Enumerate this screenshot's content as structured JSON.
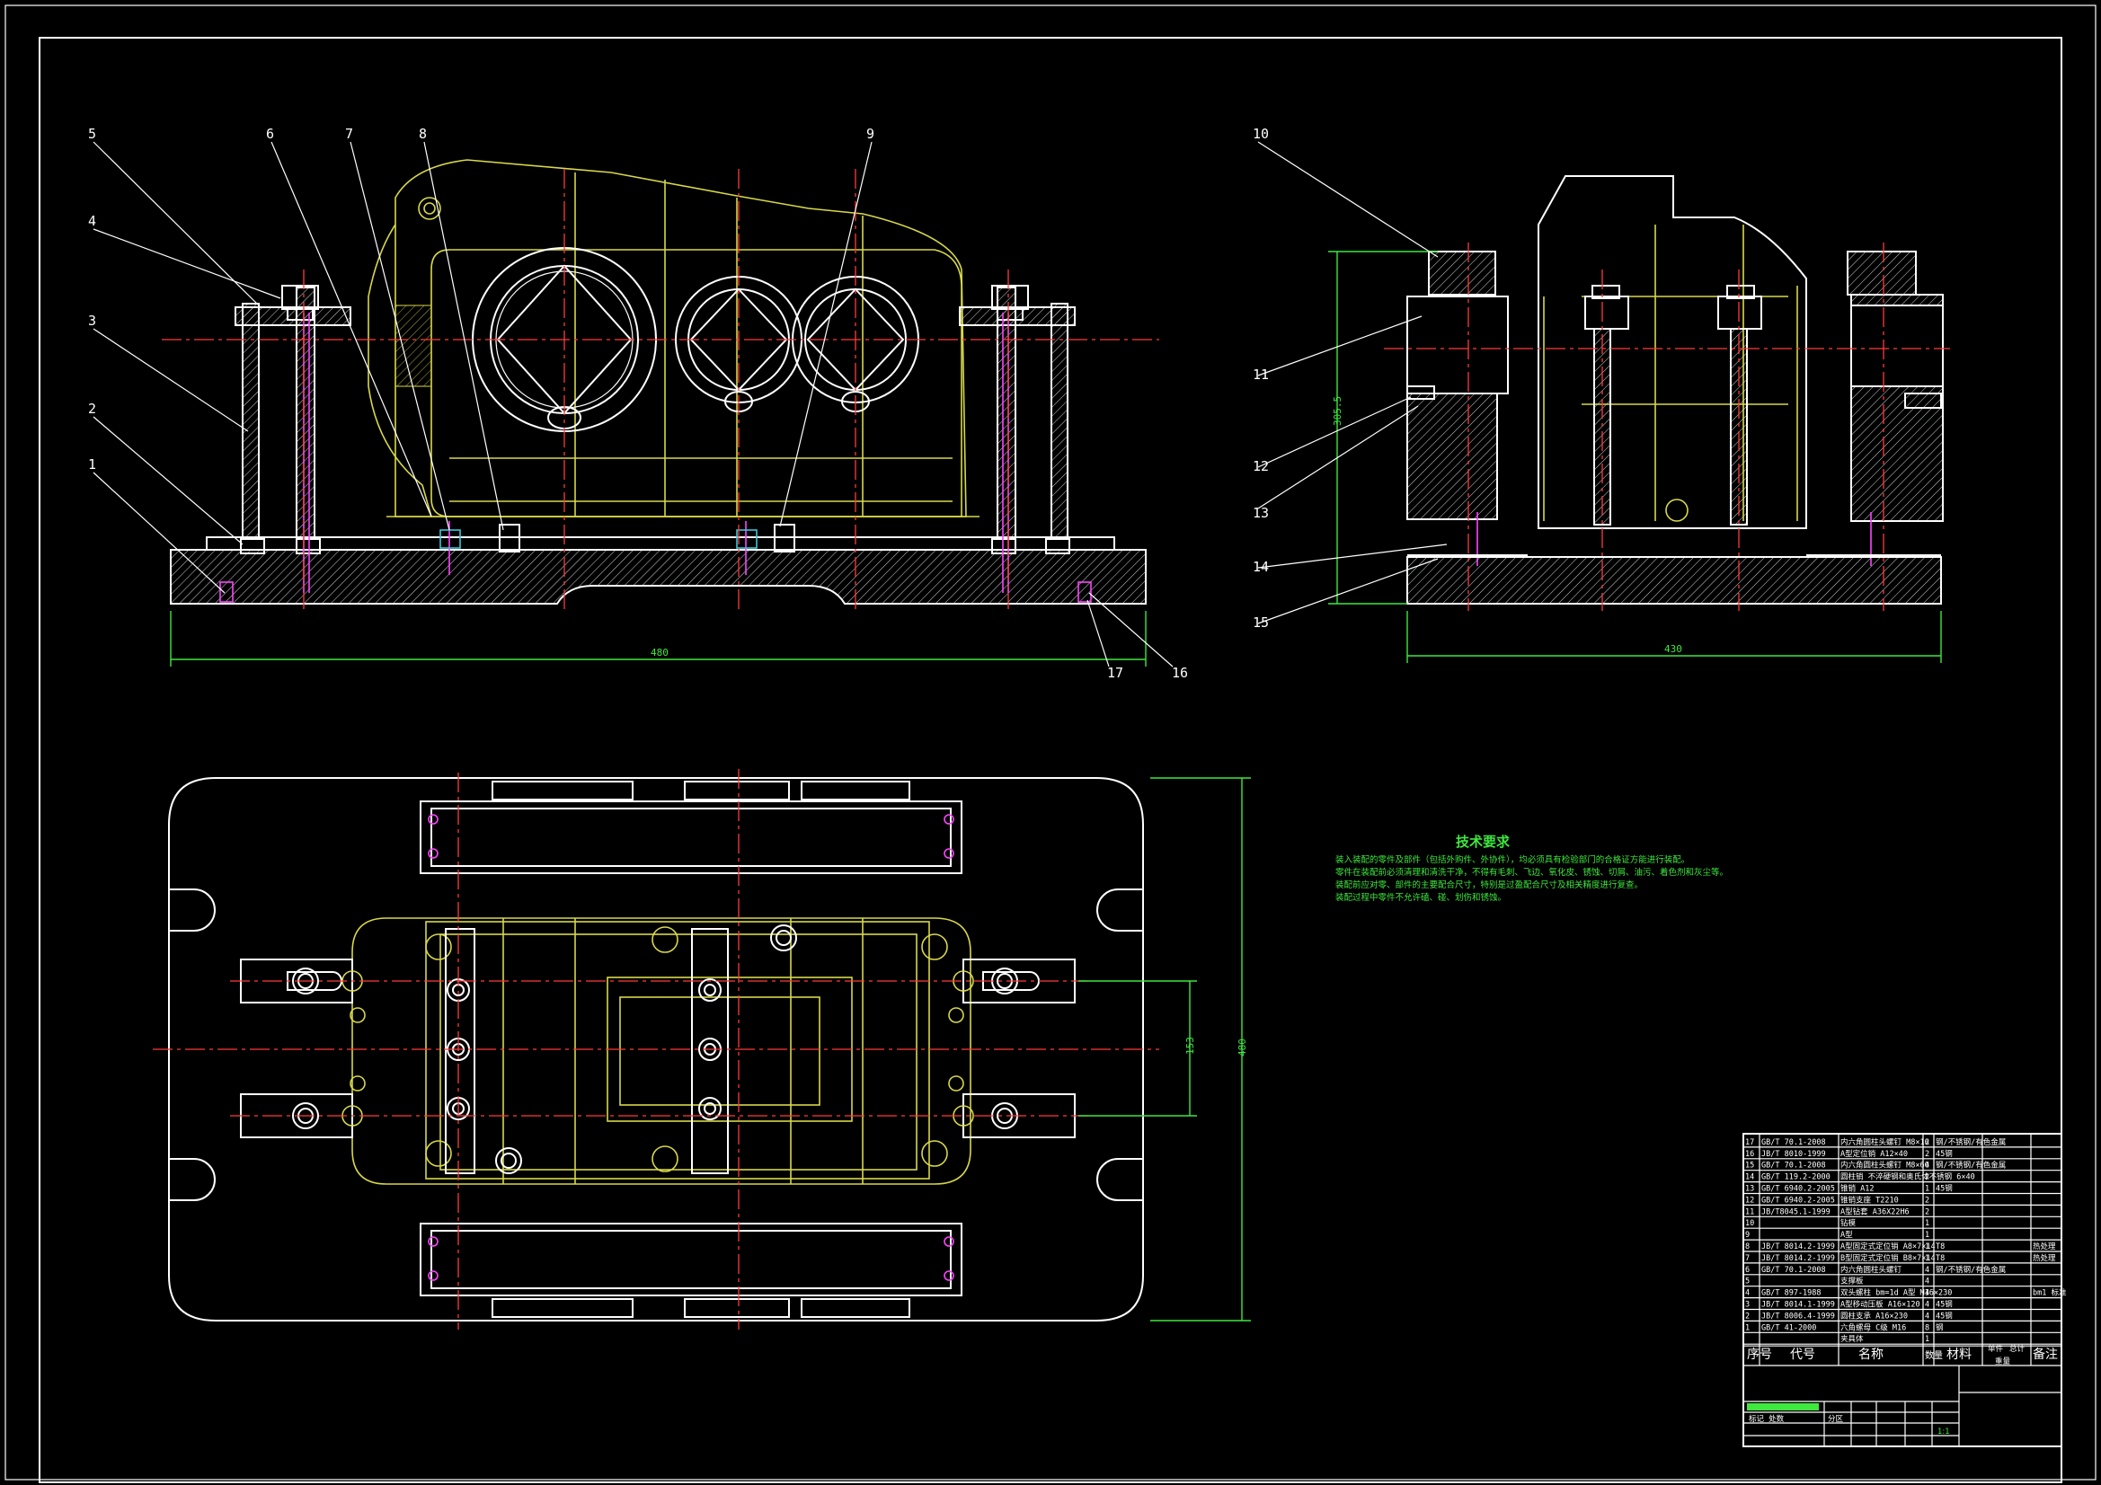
{
  "drawing": {
    "border_color": "#ffffff",
    "background": "#000000",
    "colors": {
      "outline": "#ffffff",
      "housing": "#d8d84a",
      "center": "#ff3a3a",
      "bolts": "#ff44ff",
      "notes": "#3ee83e",
      "cyan": "#38c8d8"
    }
  },
  "front_view": {
    "balloons": [
      "1",
      "2",
      "3",
      "4",
      "5",
      "6",
      "7",
      "8",
      "9"
    ],
    "bottom_balloons": [
      "17",
      "16"
    ],
    "dim_width": "480"
  },
  "side_view": {
    "balloons": [
      "10",
      "11",
      "12",
      "13",
      "14",
      "15"
    ],
    "dim_width": "430",
    "dim_height": "305.5"
  },
  "plan_view": {
    "dim_height": "480",
    "dim_inner": "153"
  },
  "tech_requirements": {
    "title": "技术要求",
    "lines": [
      "装入装配的零件及部件（包括外购件、外协件），均必须具有检验部门的合格证方能进行装配。",
      "零件在装配前必须清理和清洗干净，不得有毛刺、飞边、氧化皮、锈蚀、切屑、油污、着色剂和灰尘等。",
      "装配前应对零、部件的主要配合尺寸，特别是过盈配合尺寸及相关精度进行复查。",
      "装配过程中零件不允许磕、碰、划伤和锈蚀。"
    ]
  },
  "bom": {
    "rows": [
      {
        "no": "17",
        "code": "GB/T 70.1-2008",
        "name": "内六角圆柱头螺钉 M8×16",
        "qty": "2",
        "mat": "钢/不锈钢/有色金属",
        "note": ""
      },
      {
        "no": "16",
        "code": "JB/T 8010-1999",
        "name": "A型定位销 A12×40",
        "qty": "2",
        "mat": "45钢",
        "note": ""
      },
      {
        "no": "15",
        "code": "GB/T 70.1-2008",
        "name": "内六角圆柱头螺钉 M8×60",
        "qty": "4",
        "mat": "钢/不锈钢/有色金属",
        "note": ""
      },
      {
        "no": "14",
        "code": "GB/T 119.2-2000",
        "name": "圆柱销 不淬硬钢和奥氏体不锈钢 6×40",
        "qty": "2",
        "mat": "",
        "note": ""
      },
      {
        "no": "13",
        "code": "GB/T 6940.2-2005",
        "name": "锥销 A12",
        "qty": "1",
        "mat": "45钢",
        "note": ""
      },
      {
        "no": "12",
        "code": "GB/T 6940.2-2005",
        "name": "锥销支座 T2210",
        "qty": "2",
        "mat": "",
        "note": ""
      },
      {
        "no": "11",
        "code": "JB/T8045.1-1999",
        "name": "A型钻套 A36X22H6",
        "qty": "2",
        "mat": "",
        "note": ""
      },
      {
        "no": "10",
        "code": "",
        "name": "钻模",
        "qty": "1",
        "mat": "",
        "note": ""
      },
      {
        "no": "9",
        "code": "",
        "name": "A型",
        "qty": "1",
        "mat": "",
        "note": ""
      },
      {
        "no": "8",
        "code": "JB/T 8014.2-1999",
        "name": "A型固定式定位销 A8×7×14",
        "qty": "1",
        "mat": "T8",
        "note": "热处理"
      },
      {
        "no": "7",
        "code": "JB/T 8014.2-1999",
        "name": "B型固定式定位销 B8×7×14",
        "qty": "1",
        "mat": "T8",
        "note": "热处理"
      },
      {
        "no": "6",
        "code": "GB/T 70.1-2008",
        "name": "内六角圆柱头螺钉",
        "qty": "4",
        "mat": "钢/不锈钢/有色金属",
        "note": ""
      },
      {
        "no": "5",
        "code": "",
        "name": "支撑板",
        "qty": "4",
        "mat": "",
        "note": ""
      },
      {
        "no": "4",
        "code": "GB/T 897-1988",
        "name": "双头螺柱 bm=1d A型 M16×230",
        "qty": "4",
        "mat": "",
        "note": "bm1 标准"
      },
      {
        "no": "3",
        "code": "JB/T 8014.1-1999",
        "name": "A型移动压板 A16×120",
        "qty": "4",
        "mat": "45钢",
        "note": ""
      },
      {
        "no": "2",
        "code": "JB/T 8006.4-1999",
        "name": "圆柱支承 A16×230",
        "qty": "4",
        "mat": "45钢",
        "note": ""
      },
      {
        "no": "1",
        "code": "GB/T 41-2000",
        "name": "六角螺母 C级 M16",
        "qty": "8",
        "mat": "钢",
        "note": ""
      },
      {
        "no": "",
        "code": "",
        "name": "夹具体",
        "qty": "1",
        "mat": "",
        "note": ""
      }
    ],
    "header": {
      "no": "序号",
      "code": "代号",
      "name": "名称",
      "qty": "数量",
      "mat": "材料",
      "unit": "单件",
      "total": "总计",
      "weight": "重量",
      "note": "备注"
    },
    "title_block": {
      "scale": "1:1",
      "sub_a": "标记 处数",
      "sub_b": "分区"
    }
  }
}
